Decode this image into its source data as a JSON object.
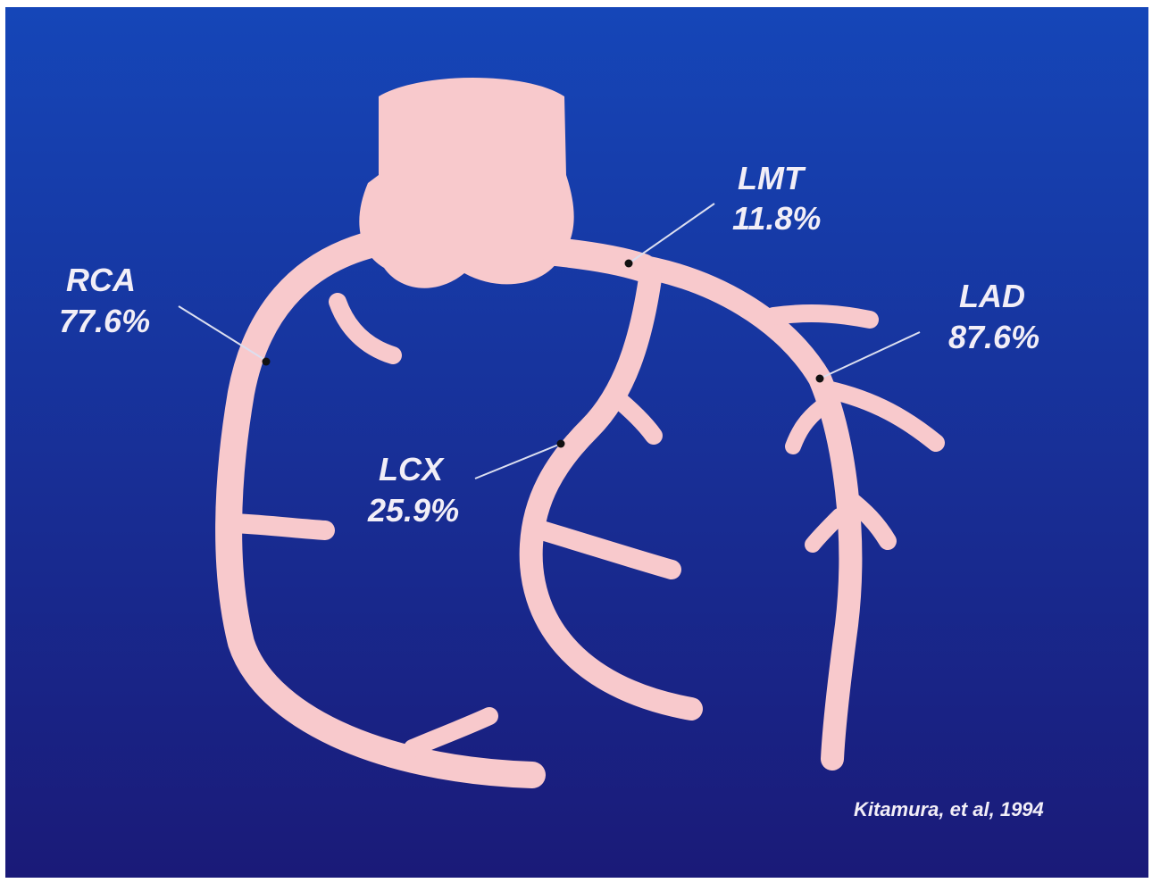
{
  "colors": {
    "background_top": "#1546b8",
    "background_bottom": "#1a1a78",
    "vessel": "#f8c9cc",
    "label": "#f2eef7"
  },
  "labels": {
    "lmt": {
      "name": "LMT",
      "value": "11.8%"
    },
    "rca": {
      "name": "RCA",
      "value": "77.6%"
    },
    "lad": {
      "name": "LAD",
      "value": "87.6%"
    },
    "lcx": {
      "name": "LCX",
      "value": "25.9%"
    }
  },
  "citation": "Kitamura, et al, 1994"
}
